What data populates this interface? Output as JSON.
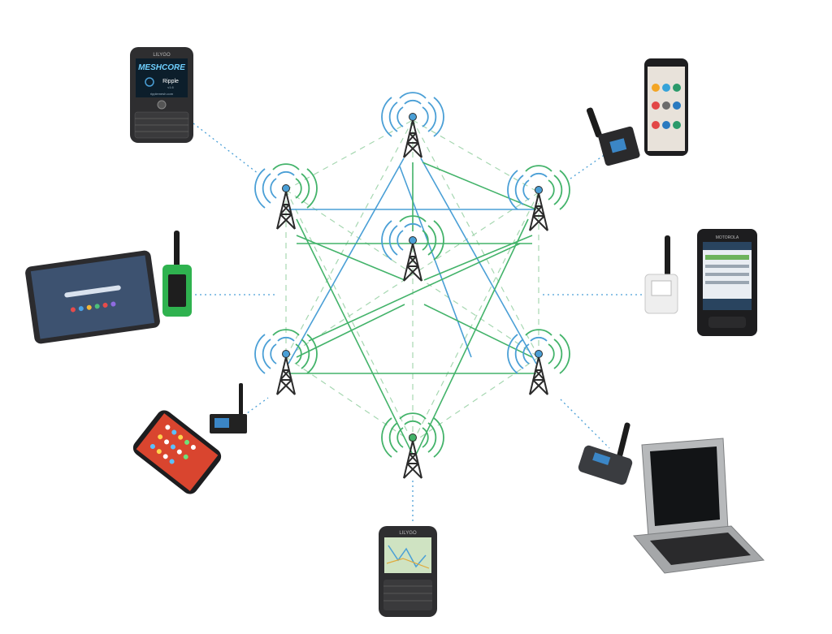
{
  "colors": {
    "blue": "#4a9fd6",
    "green": "#43b36a",
    "mesh_dash": "#8cd1a0",
    "tower": "#2b2b2b",
    "device_dark": "#2e2e30",
    "device_screen": "#0c1e2b",
    "board_green": "#2fb24f"
  },
  "devices": {
    "top_left_phone": {
      "brand": "LILYGO",
      "logo": "MESHCORE",
      "app_name": "Ripple",
      "version": "v1.6",
      "url": "ripplemesh.com"
    },
    "bottom_phone": {
      "brand": "LILYGO"
    },
    "rugged_phone": {
      "brand": "MOTOROLA"
    }
  },
  "icons": {
    "tower": "radio-tower-icon",
    "device": "device-icon"
  }
}
